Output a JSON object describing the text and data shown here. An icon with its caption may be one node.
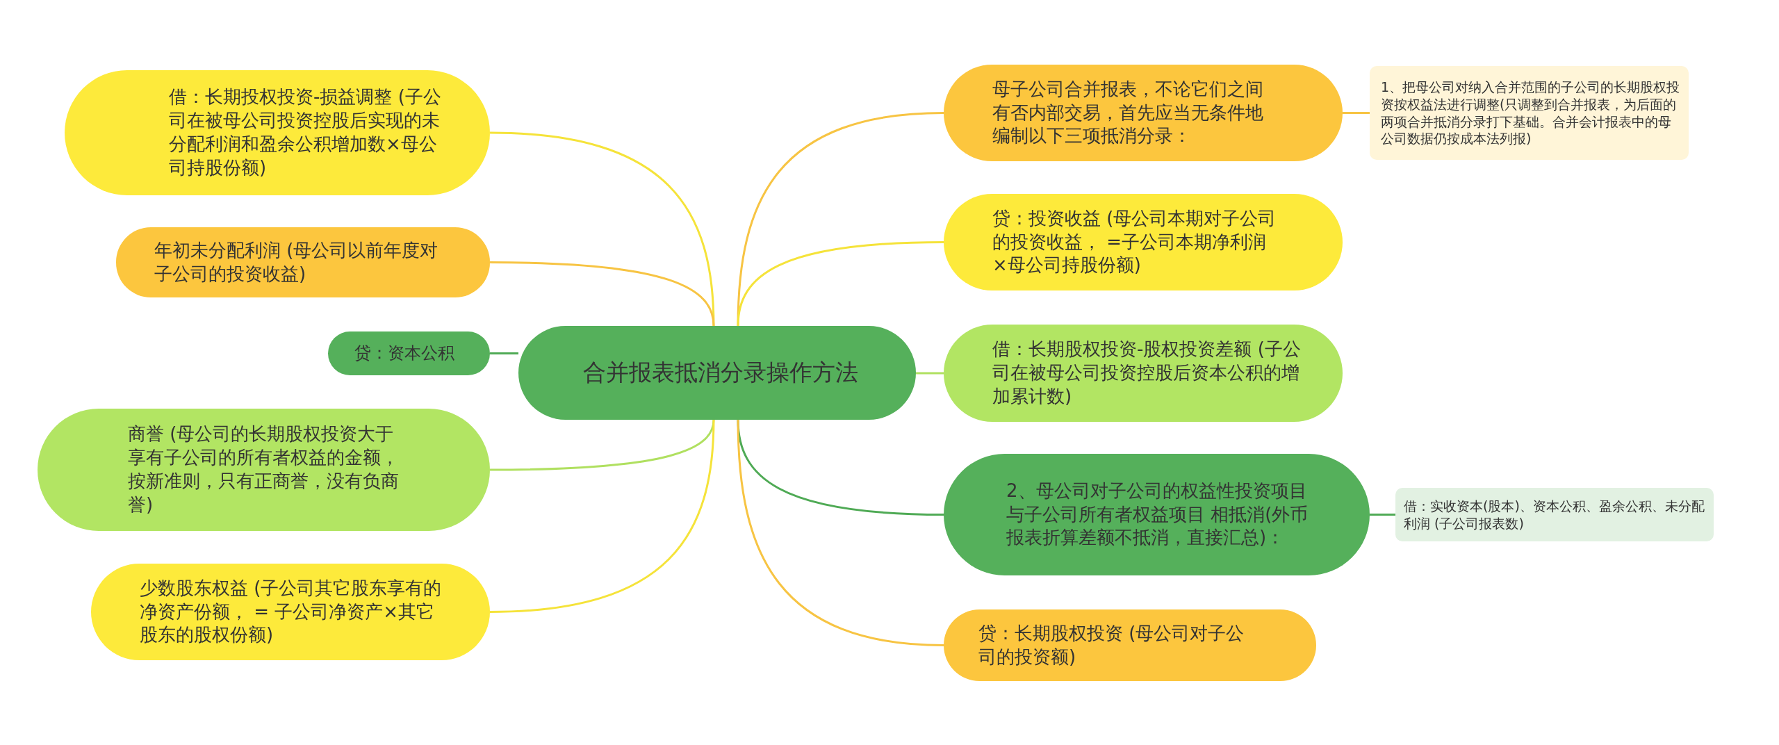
{
  "diagram": {
    "nodes": [
      {
        "text": [
          "合并报表抵消分录操作方法"
        ]
      },
      {
        "text": [
          "借：长期投权投资-损益调整 (子公司在被母公司投资控股后实现的未分配利润和盈余公积增加数×母公司持股份额)"
        ]
      },
      {
        "text": [
          "年初未分配利润 (母公司以前年度对子公司的投资收益)"
        ]
      },
      {
        "text": [
          "贷：资本公积"
        ]
      },
      {
        "text": [
          "商誉 (母公司的长期股权投资大于享有子公司的所有者权益的金额，按新准则，只有正商誉，没有负商誉)"
        ]
      },
      {
        "text": [
          "少数股东权益 (子公司其它股东享有的净资产份额，  = 子公司净资产×其它股东的股权份额)"
        ]
      },
      {
        "text": [
          "母子公司合并报表，不论它们之间有否内部交易，首先应当无条件地编制以下三项抵消分录："
        ]
      },
      {
        "text": [
          "1、把母公司对纳入合并范围的子公司的长期股权投资按权益法进行调整(只调整到合并报表，为后面的两项合并抵消分录打下基础。合并会计报表中的母公司数据仍按成本法列报)"
        ]
      },
      {
        "text": [
          "贷：投资收益 (母公司本期对子公司的投资收益，  =子公司本期净利润×母公司持股份额)"
        ]
      },
      {
        "text": [
          "借：长期股权投资-股权投资差额 (子公司在被母公司投资控股后资本公积的增加累计数)"
        ]
      },
      {
        "text": [
          "2、母公司对子公司的权益性投资项目与子公司所有者权益项目 相抵消(外币报表折算差额不抵消，直接汇总)："
        ]
      },
      {
        "text": [
          "借：实收资本(股本)、资本公积、盈余公积、未分配利润 (子公司报表数)"
        ]
      },
      {
        "text": [
          "贷：长期股权投资 (母公司对子公司的投资额)"
        ]
      }
    ],
    "edges": [
      {
        "from": 0,
        "to": 1,
        "arrow": "none",
        "color": "#f5e33a"
      },
      {
        "from": 0,
        "to": 2,
        "arrow": "none",
        "color": "#f7c443"
      },
      {
        "from": 0,
        "to": 3,
        "arrow": "none",
        "color": "#4faa55"
      },
      {
        "from": 0,
        "to": 4,
        "arrow": "none",
        "color": "#b0e060"
      },
      {
        "from": 0,
        "to": 5,
        "arrow": "none",
        "color": "#f5e33a"
      },
      {
        "from": 0,
        "to": 6,
        "arrow": "none",
        "color": "#f7c443"
      },
      {
        "from": 6,
        "to": 7,
        "arrow": "none",
        "color": "#f7c443"
      },
      {
        "from": 0,
        "to": 8,
        "arrow": "none",
        "color": "#f5e33a"
      },
      {
        "from": 0,
        "to": 9,
        "arrow": "none",
        "color": "#b0e060"
      },
      {
        "from": 0,
        "to": 10,
        "arrow": "none",
        "color": "#4faa55"
      },
      {
        "from": 10,
        "to": 11,
        "arrow": "none",
        "color": "#4faa55"
      },
      {
        "from": 0,
        "to": 12,
        "arrow": "none",
        "color": "#f7c443"
      }
    ]
  }
}
